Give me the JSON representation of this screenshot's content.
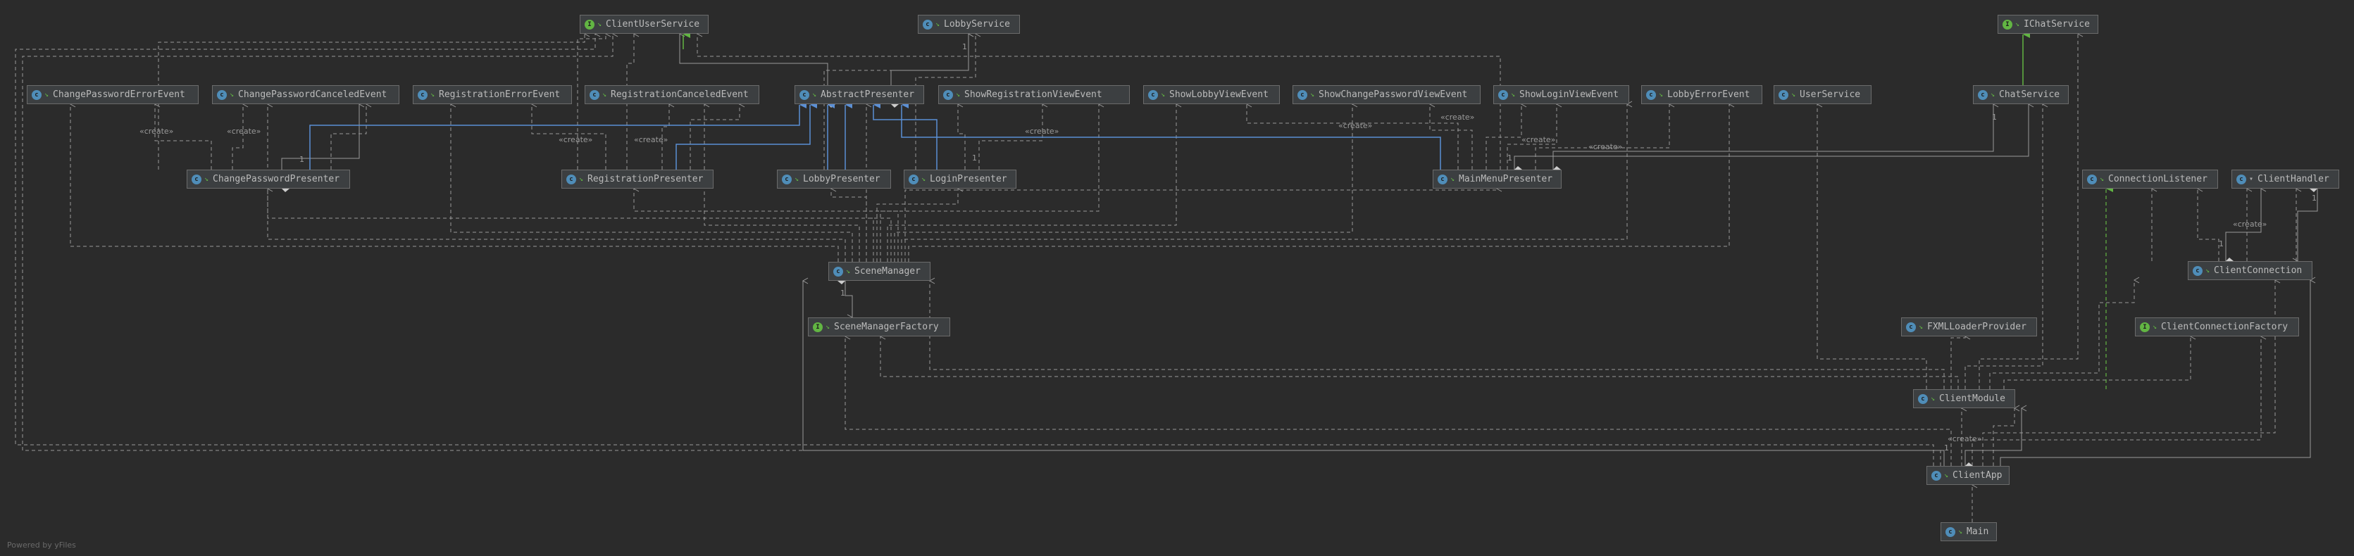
{
  "colors": {
    "background": "#2b2b2b",
    "node_fill": "#3c3f41",
    "node_border": "#6b6b6b",
    "text": "#bbbbbb",
    "dependency": "#9a9a9a",
    "inheritance_class": "#5b8fd4",
    "inheritance_interface": "#62b543"
  },
  "nodes": {
    "client_user_service": {
      "label": "ClientUserService",
      "kind": "interface"
    },
    "lobby_service": {
      "label": "LobbyService",
      "kind": "class"
    },
    "ichat_service": {
      "label": "IChatService",
      "kind": "interface"
    },
    "change_password_error_event": {
      "label": "ChangePasswordErrorEvent",
      "kind": "class"
    },
    "change_password_canceled_event": {
      "label": "ChangePasswordCanceledEvent",
      "kind": "class"
    },
    "registration_error_event": {
      "label": "RegistrationErrorEvent",
      "kind": "class"
    },
    "registration_canceled_event": {
      "label": "RegistrationCanceledEvent",
      "kind": "class"
    },
    "abstract_presenter": {
      "label": "AbstractPresenter",
      "kind": "class"
    },
    "show_registration_view_event": {
      "label": "ShowRegistrationViewEvent",
      "kind": "class"
    },
    "show_lobby_view_event": {
      "label": "ShowLobbyViewEvent",
      "kind": "class"
    },
    "show_change_password_view_event": {
      "label": "ShowChangePasswordViewEvent",
      "kind": "class"
    },
    "show_login_view_event": {
      "label": "ShowLoginViewEvent",
      "kind": "class"
    },
    "lobby_error_event": {
      "label": "LobbyErrorEvent",
      "kind": "class"
    },
    "user_service": {
      "label": "UserService",
      "kind": "class"
    },
    "chat_service": {
      "label": "ChatService",
      "kind": "class"
    },
    "change_password_presenter": {
      "label": "ChangePasswordPresenter",
      "kind": "class"
    },
    "registration_presenter": {
      "label": "RegistrationPresenter",
      "kind": "class"
    },
    "lobby_presenter": {
      "label": "LobbyPresenter",
      "kind": "class"
    },
    "login_presenter": {
      "label": "LoginPresenter",
      "kind": "class"
    },
    "main_menu_presenter": {
      "label": "MainMenuPresenter",
      "kind": "class"
    },
    "connection_listener": {
      "label": "ConnectionListener",
      "kind": "class"
    },
    "client_handler": {
      "label": "ClientHandler",
      "kind": "class"
    },
    "scene_manager": {
      "label": "SceneManager",
      "kind": "class"
    },
    "client_connection": {
      "label": "ClientConnection",
      "kind": "class"
    },
    "scene_manager_factory": {
      "label": "SceneManagerFactory",
      "kind": "interface"
    },
    "fxml_loader_provider": {
      "label": "FXMLLoaderProvider",
      "kind": "class"
    },
    "client_connection_factory": {
      "label": "ClientConnectionFactory",
      "kind": "interface"
    },
    "client_module": {
      "label": "ClientModule",
      "kind": "class"
    },
    "client_app": {
      "label": "ClientApp",
      "kind": "class"
    },
    "main": {
      "label": "Main",
      "kind": "class"
    }
  },
  "edge_labels": {
    "create": "«create»",
    "one": "1"
  },
  "footer": "Powered by yFiles"
}
